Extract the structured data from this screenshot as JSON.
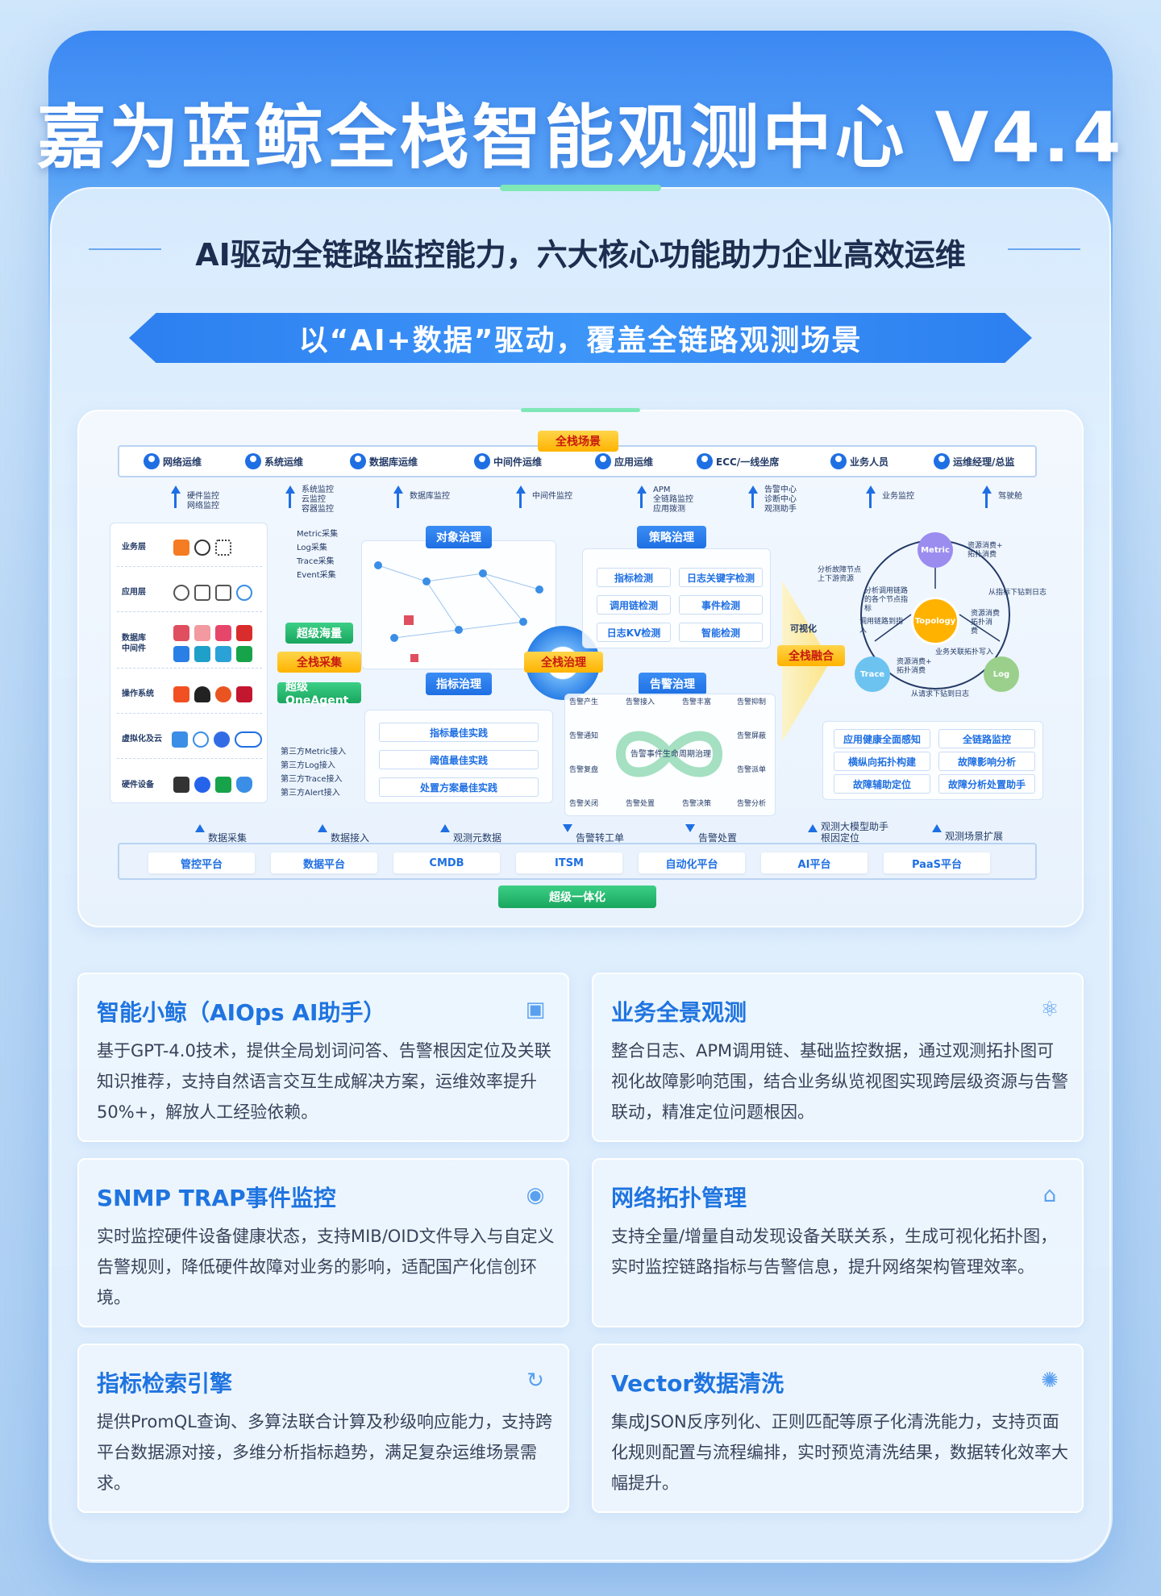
{
  "header": {
    "title": "嘉为蓝鲸全栈智能观测中心 V4.4"
  },
  "subtitle": "AI驱动全链路监控能力，六大核心功能助力企业高效运维",
  "ribbon": "以“AI+数据”驱动，覆盖全链路观测场景",
  "diagram": {
    "top_tag": "全栈场景",
    "roles": [
      "网络运维",
      "系统运维",
      "数据库运维",
      "中间件运维",
      "应用运维",
      "ECC/一线坐席",
      "业务人员",
      "运维经理/总监"
    ],
    "role_uses": [
      "硬件监控\n网络监控",
      "系统监控\n云监控\n容器监控",
      "数据库监控",
      "中间件监控",
      "APM\n全链路监控\n应用拨测",
      "告警中心\n诊断中心\n观测助手",
      "业务监控",
      "驾驶舱"
    ],
    "layers": [
      "业务层",
      "应用层",
      "数据库\n中间件",
      "操作系统",
      "虚拟化及云",
      "硬件设备"
    ],
    "collect_types": "Metric采集\nLog采集\nTrace采集\nEvent采集",
    "third_party": "第三方Metric接入\n第三方Log接入\n第三方Trace接入\n第三方Alert接入",
    "tags": {
      "massive": "超级海量",
      "collect": "全栈采集",
      "agent": "超级OneAgent",
      "object": "对象治理",
      "metric": "指标治理",
      "gov": "全栈治理",
      "strategy": "策略治理",
      "alarm": "告警治理",
      "fusion": "全栈融合",
      "visual": "可视化",
      "unified": "超级一体化"
    },
    "best_practices": [
      "指标最佳实践",
      "阈值最佳实践",
      "处置方案最佳实践"
    ],
    "detections": [
      "指标检测",
      "日志关键字检测",
      "调用链检测",
      "事件检测",
      "日志KV检测",
      "智能检测"
    ],
    "alarm_steps": [
      "告警产生",
      "告警接入",
      "告警丰富",
      "告警抑制",
      "告警通知",
      "告警屏蔽",
      "告警复盘",
      "告警派单",
      "告警关闭",
      "告警处置",
      "告警决策",
      "告警分析"
    ],
    "alarm_cycle": "告警事件生命周期治理",
    "hubs": [
      "Metric",
      "Topology",
      "Trace",
      "Log"
    ],
    "hub_notes": [
      "分析故障节点\n上下游资源",
      "资源消费+\n拓扑消费",
      "分析调用链路\n的各个节点指\n标",
      "资源消费\n拓扑消\n费",
      "从指标下钻到日志",
      "调用链路到指\n入",
      "业务关联拓扑写入",
      "资源消费+\n拓扑消费",
      "从请求下钻到日志"
    ],
    "fusion_caps": [
      "应用健康全面感知",
      "全链路监控",
      "横纵向拓扑构建",
      "故障影响分析",
      "故障辅助定位",
      "故障分析处置助手"
    ],
    "flows": [
      "数据采集",
      "数据接入",
      "观测元数据",
      "告警转工单",
      "告警处置",
      "观测大模型助手\n根因定位",
      "观测场景扩展"
    ],
    "platforms": [
      "管控平台",
      "数据平台",
      "CMDB",
      "ITSM",
      "自动化平台",
      "AI平台",
      "PaaS平台"
    ]
  },
  "cards": [
    {
      "title": "智能小鲸（AIOps AI助手）",
      "icon": "robot-icon",
      "body": "基于GPT-4.0技术，提供全局划词问答、告警根因定位及关联知识推荐，支持自然语言交互生成解决方案，运维效率提升50%+，解放人工经验依赖。"
    },
    {
      "title": "业务全景观测",
      "icon": "atom-icon",
      "body": "整合日志、APM调用链、基础监控数据，通过观测拓扑图可视化故障影响范围，结合业务纵览视图实现跨层级资源与告警联动，精准定位问题根因。"
    },
    {
      "title": "SNMP TRAP事件监控",
      "icon": "eye-icon",
      "body": "实时监控硬件设备健康状态，支持MIB/OID文件导入与自定义告警规则，降低硬件故障对业务的影响，适配国产化信创环境。"
    },
    {
      "title": "网络拓扑管理",
      "icon": "topology-icon",
      "body": "支持全量/增量自动发现设备关联关系，生成可视化拓扑图，实时监控链路指标与告警信息，提升网络架构管理效率。"
    },
    {
      "title": "指标检索引擎",
      "icon": "refresh-icon",
      "body": "提供PromQL查询、多算法联合计算及秒级响应能力，支持跨平台数据源对接，多维分析指标趋势，满足复杂运维场景需求。"
    },
    {
      "title": "Vector数据清洗",
      "icon": "swirl-icon",
      "body": "集成JSON反序列化、正则匹配等原子化清洗能力，支持页面化规则配置与流程编排，实时预览清洗结果，数据转化效率大幅提升。"
    }
  ],
  "colors": {
    "accent": "#1f74e0",
    "orange": "#ffb300",
    "green": "#19a65f"
  }
}
